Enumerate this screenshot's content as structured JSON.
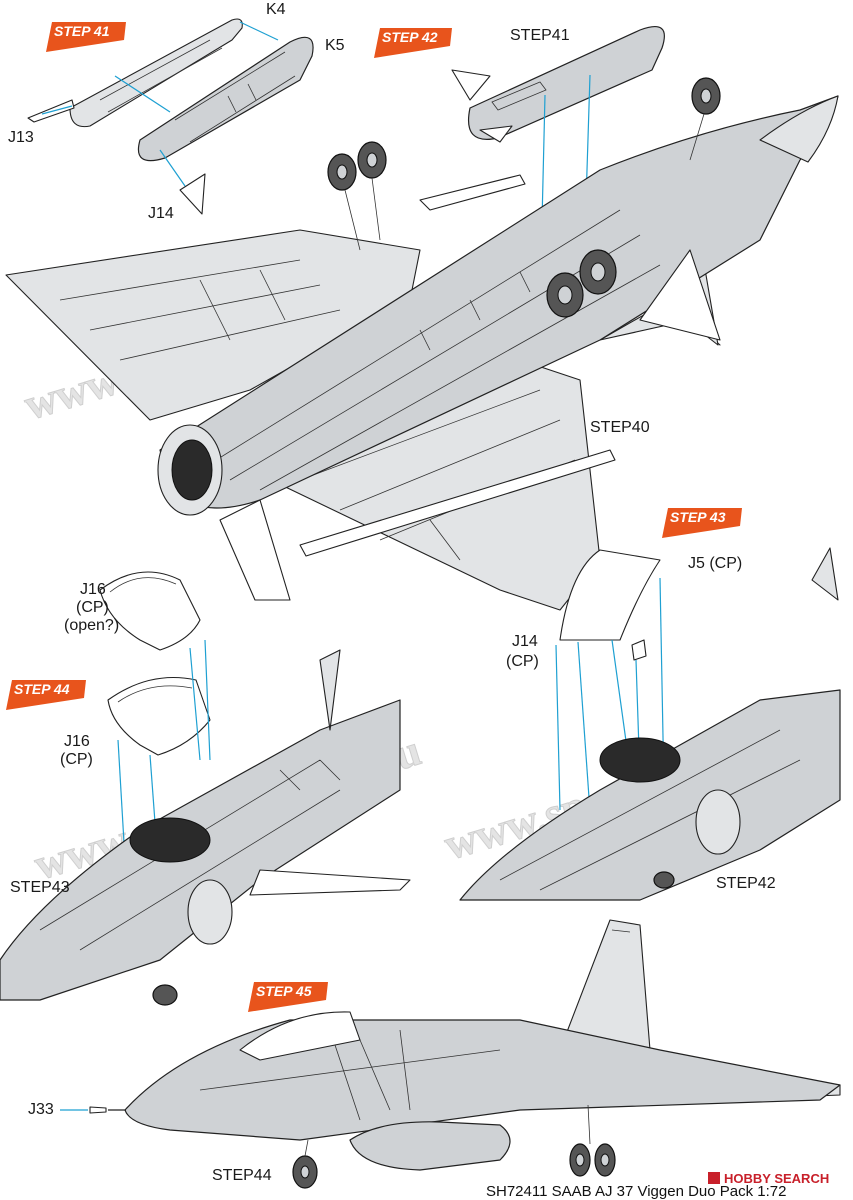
{
  "steps": {
    "s41": "STEP 41",
    "s42": "STEP 42",
    "s43": "STEP 43",
    "s44": "STEP 44",
    "s45": "STEP 45"
  },
  "labels": {
    "k4": "K4",
    "k5": "K5",
    "j13": "J13",
    "j14_top": "J14",
    "step41_ref": "STEP41",
    "step40_ref": "STEP40",
    "j16_cp_open_1": "J16",
    "j16_cp_open_2": "(CP)",
    "j16_cp_open_3": "(open?)",
    "j16_cp_1": "J16",
    "j16_cp_2": "(CP)",
    "step43_ref": "STEP43",
    "j5_cp": "J5 (CP)",
    "j14_cp_1": "J14",
    "j14_cp_2": "(CP)",
    "step42_ref": "STEP42",
    "j33": "J33",
    "step44_ref": "STEP44"
  },
  "watermark": {
    "text": "www.specialhobby.eu"
  },
  "footer": {
    "title": "SH72411 SAAB AJ 37 Viggen Duo Pack 1:72",
    "logo": "HOBBY SEARCH"
  },
  "colors": {
    "accent_orange": "#e8541c",
    "guide_blue": "#1ea0d2",
    "part_grey": "#cfd2d5"
  }
}
